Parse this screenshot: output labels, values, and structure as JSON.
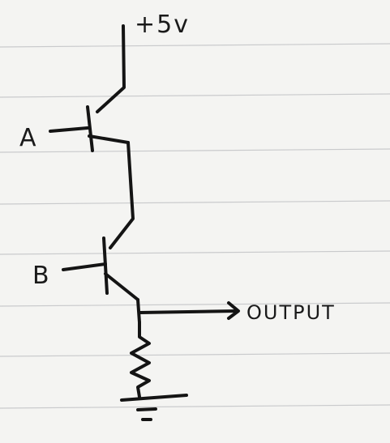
{
  "diagram": {
    "supply_label": "+5v",
    "input_a_label": "A",
    "input_b_label": "B",
    "output_label": "OUTPUT"
  },
  "colors": {
    "paper": "#f4f4f2",
    "ink": "#141414",
    "rule_line": "#c9cacc"
  }
}
